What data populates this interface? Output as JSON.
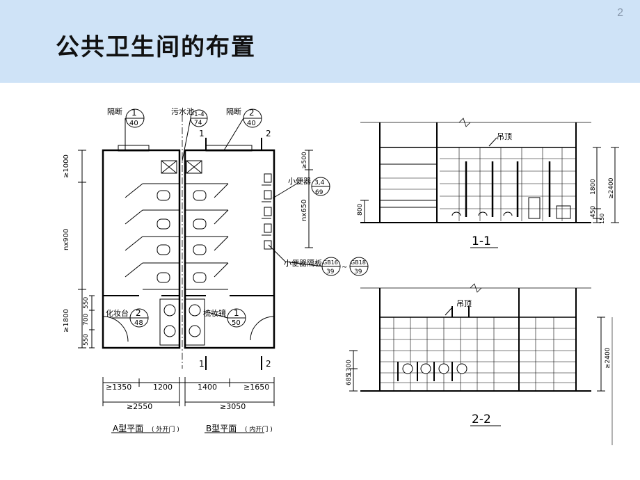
{
  "slide": {
    "title": "公共卫生间的布置",
    "page_number": "2"
  },
  "plan": {
    "labels": {
      "partition_left": "隔断",
      "mop_sink": "污水池",
      "partition_right": "隔断",
      "urinal": "小便器",
      "urinal_partition": "小便器隔板",
      "vanity": "化妆台",
      "mirror": "梳妆镜",
      "plan_a": "A型平面",
      "plan_a_note": "( 外开门 )",
      "plan_b": "B型平面",
      "plan_b_note": "( 内开门 )"
    },
    "refs": {
      "r1_top": "1",
      "r1_bot": "40",
      "r2_top": "2",
      "r2_bot": "40",
      "sink_top": "1-4",
      "sink_bot": "74",
      "urinal_top": "3,4",
      "urinal_bot": "69",
      "gb16_top": "GB16",
      "gb16_bot": "39",
      "tilde": "~",
      "gb18_top": "GB18",
      "gb18_bot": "39",
      "vanity_top": "2",
      "vanity_bot": "48",
      "mirror_top": "1",
      "mirror_bot": "50"
    },
    "section_marks": {
      "one": "1",
      "two": "2"
    },
    "dims": {
      "left_1000": "≥1000",
      "left_nx900": "nx900",
      "left_1800": "≥1800",
      "left_550a": "550",
      "left_700": "700",
      "left_550b": "550",
      "right_500": "≥500",
      "right_nx650": "nx650",
      "b_1350": "≥1350",
      "b_1200": "1200",
      "b_1400": "1400",
      "b_1650": "≥1650",
      "b_2550": "≥2550",
      "b_3050": "≥3050"
    }
  },
  "section1": {
    "label": "1-1",
    "ceiling": "吊顶",
    "dims": {
      "d800": "800",
      "d1800": "1800",
      "d450": "450",
      "d150": "150",
      "d2400": "≥2400"
    }
  },
  "section2": {
    "label": "2-2",
    "ceiling": "吊顶",
    "dims": {
      "d1300": "1300",
      "d685": "685",
      "d2400": "≥2400"
    }
  }
}
